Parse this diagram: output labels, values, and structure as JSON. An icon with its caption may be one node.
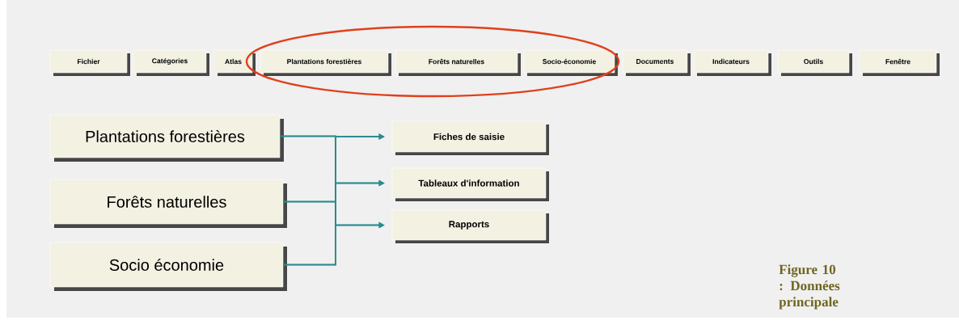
{
  "diagram": {
    "caption": "Figure 10 : Données principale",
    "nodes": [
      {
        "text": [
          "Fichier"
        ]
      },
      {
        "text": [
          "Catégories"
        ]
      },
      {
        "text": [
          "Atlas"
        ]
      },
      {
        "text": [
          "Plantations forestières"
        ]
      },
      {
        "text": [
          "Forêts naturelles"
        ]
      },
      {
        "text": [
          "Socio-économie"
        ]
      },
      {
        "text": [
          "Documents"
        ]
      },
      {
        "text": [
          "Indicateurs"
        ]
      },
      {
        "text": [
          "Outils"
        ]
      },
      {
        "text": [
          "Fenêtre"
        ]
      },
      {
        "text": [
          "Plantations forestières"
        ]
      },
      {
        "text": [
          "Forêts naturelles"
        ]
      },
      {
        "text": [
          "Socio économie"
        ]
      },
      {
        "text": [
          "Fiches de saisie"
        ]
      },
      {
        "text": [
          "Tableaux d'information"
        ]
      },
      {
        "text": [
          "Rapports"
        ]
      }
    ],
    "edges": [
      {
        "from": 10,
        "to": 13,
        "arrow": "to"
      },
      {
        "from": 10,
        "to": 14,
        "arrow": "to"
      },
      {
        "from": 10,
        "to": 15,
        "arrow": "to"
      },
      {
        "from": 11,
        "to": 13,
        "arrow": "to"
      },
      {
        "from": 11,
        "to": 14,
        "arrow": "to"
      },
      {
        "from": 11,
        "to": 15,
        "arrow": "to"
      },
      {
        "from": 12,
        "to": 13,
        "arrow": "to"
      },
      {
        "from": 12,
        "to": 14,
        "arrow": "to"
      },
      {
        "from": 12,
        "to": 15,
        "arrow": "to"
      }
    ]
  }
}
